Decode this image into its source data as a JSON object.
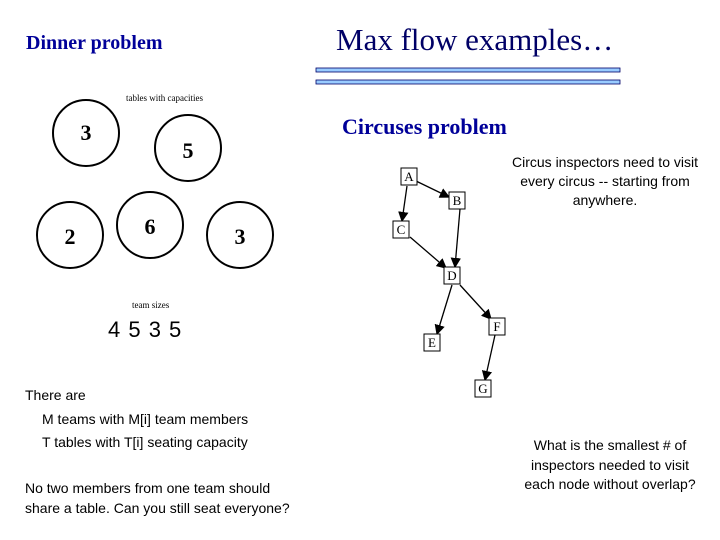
{
  "title": "Max flow examples…",
  "dinner": {
    "heading": "Dinner problem",
    "tables_caption": "tables with capacities",
    "tables": [
      "3",
      "5",
      "2",
      "6",
      "3"
    ],
    "team_caption": "team sizes",
    "team_sizes": "4 5 3 5",
    "desc_line1": "There are",
    "desc_line2_bold": "M",
    "desc_line2_rest": " teams with ",
    "desc_line2_bold2": "M[i]",
    "desc_line2_end": " team members",
    "desc_line3_bold": "T",
    "desc_line3_rest": " tables with ",
    "desc_line3_bold2": "T[i]",
    "desc_line3_end": " seating capacity",
    "question_line1": "No two members from one team should",
    "question_line2": "share a table. Can you still seat everyone?"
  },
  "circus": {
    "heading": "Circuses problem",
    "nodes": [
      "A",
      "B",
      "C",
      "D",
      "E",
      "F",
      "G"
    ],
    "inspectors_note": "Circus inspectors need to visit every circus -- starting from anywhere.",
    "question": "What is the smallest # of inspectors needed to visit each node without overlap?"
  },
  "colors": {
    "heading": "#000099",
    "divider_bar": "#99ccff",
    "divider_border": "#000066"
  }
}
